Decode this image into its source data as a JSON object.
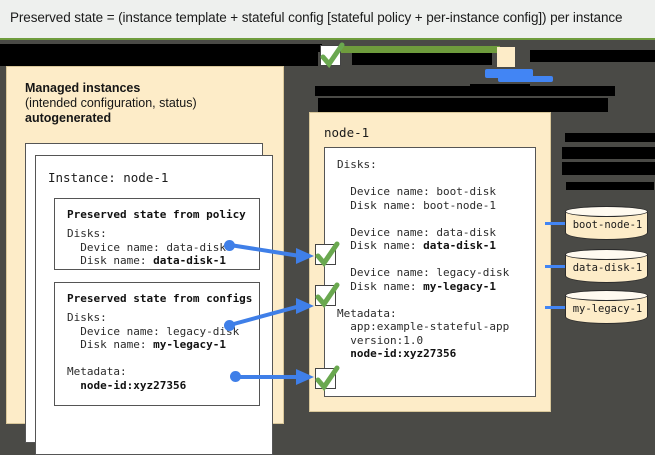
{
  "banner": {
    "text": "Preserved state = (instance template + stateful config [stateful policy + per-instance config]) per instance"
  },
  "colors": {
    "cream": "#fdecc8",
    "dark_bg": "#4a4a46",
    "green": "#6f9c3d",
    "blue": "#4285f4",
    "check_green": "#6aa84f"
  },
  "left_panel": {
    "heading_line1": "Managed instances",
    "heading_line2": "(intended configuration, status)",
    "heading_line3": "autogenerated",
    "instance_title": "Instance: node-1",
    "policy_box": {
      "title": "Preserved state from policy",
      "body": "Disks:\n  Device name: data-disk\n  Disk name: ",
      "bold_value": "data-disk-1"
    },
    "configs_box": {
      "title": "Preserved state from configs",
      "body_line1": "Disks:",
      "body_line2": "  Device name: legacy-disk",
      "body_line3_prefix": "  Disk name: ",
      "body_line3_bold": "my-legacy-1",
      "body_line4": "Metadata:",
      "body_line5_bold": "  node-id:xyz27356"
    }
  },
  "right_panel": {
    "title": "node-1",
    "disks_label": "Disks:",
    "rows": [
      {
        "device": "  Device name: boot-disk",
        "disk_prefix": "  Disk name: ",
        "disk_bold": "",
        "disk_plain": "boot-node-1"
      },
      {
        "device": "  Device name: data-disk",
        "disk_prefix": "  Disk name: ",
        "disk_bold": "data-disk-1",
        "disk_plain": ""
      },
      {
        "device": "  Device name: legacy-disk",
        "disk_prefix": "  Disk name: ",
        "disk_bold": "my-legacy-1",
        "disk_plain": ""
      }
    ],
    "metadata_label": "Metadata:",
    "metadata_lines": [
      "  app:example-stateful-app",
      "  version:1.0"
    ],
    "metadata_bold": "  node-id:xyz27356"
  },
  "disks": [
    {
      "label": "boot-node-1"
    },
    {
      "label": "data-disk-1"
    },
    {
      "label": "my-legacy-1"
    }
  ],
  "checks": {
    "glyph": "check-mark",
    "count": 4
  }
}
